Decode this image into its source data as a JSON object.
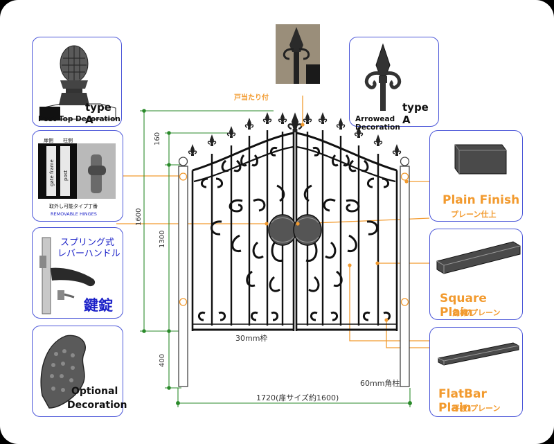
{
  "callouts": {
    "post_top": {
      "type": "type A",
      "caption": "Post Top Decoration"
    },
    "hinges": {
      "side1": "扉側",
      "side2": "柱側",
      "frame_text": "gate frame",
      "post_text": "post",
      "caption_jp": "取外し可能タイプ丁番",
      "caption_en": "REMOVABLE HINGES"
    },
    "lock": {
      "line1": "スプリング式",
      "line2": "レバーハンドル",
      "big": "鍵錠"
    },
    "optional": {
      "line1": "Optional",
      "line2": "Decoration"
    },
    "doorstop": {
      "label": "戸当たり付"
    },
    "arrowhead": {
      "type": "type A",
      "caption": "Arrowead Decoration"
    },
    "plain_finish": {
      "title": "Plain Finish",
      "sub": "プレーン仕上"
    },
    "square_plain": {
      "title": "Square Plain",
      "sub": "角棒/プレーン"
    },
    "flatbar_plain": {
      "title": "FlatBar Plain",
      "sub": "平板/プレーン"
    }
  },
  "dimensions": {
    "d160": "160",
    "d1600": "1600",
    "d1300": "1300",
    "d400": "400",
    "frame": "30mm枠",
    "post": "60mm角柱",
    "width": "1720(扉サイズ約1600)"
  },
  "colors": {
    "accent_orange": "#f29a2e",
    "border_blue": "#4a55d8",
    "text_blue": "#1c22c8",
    "dim_green": "#2a8a2a"
  }
}
